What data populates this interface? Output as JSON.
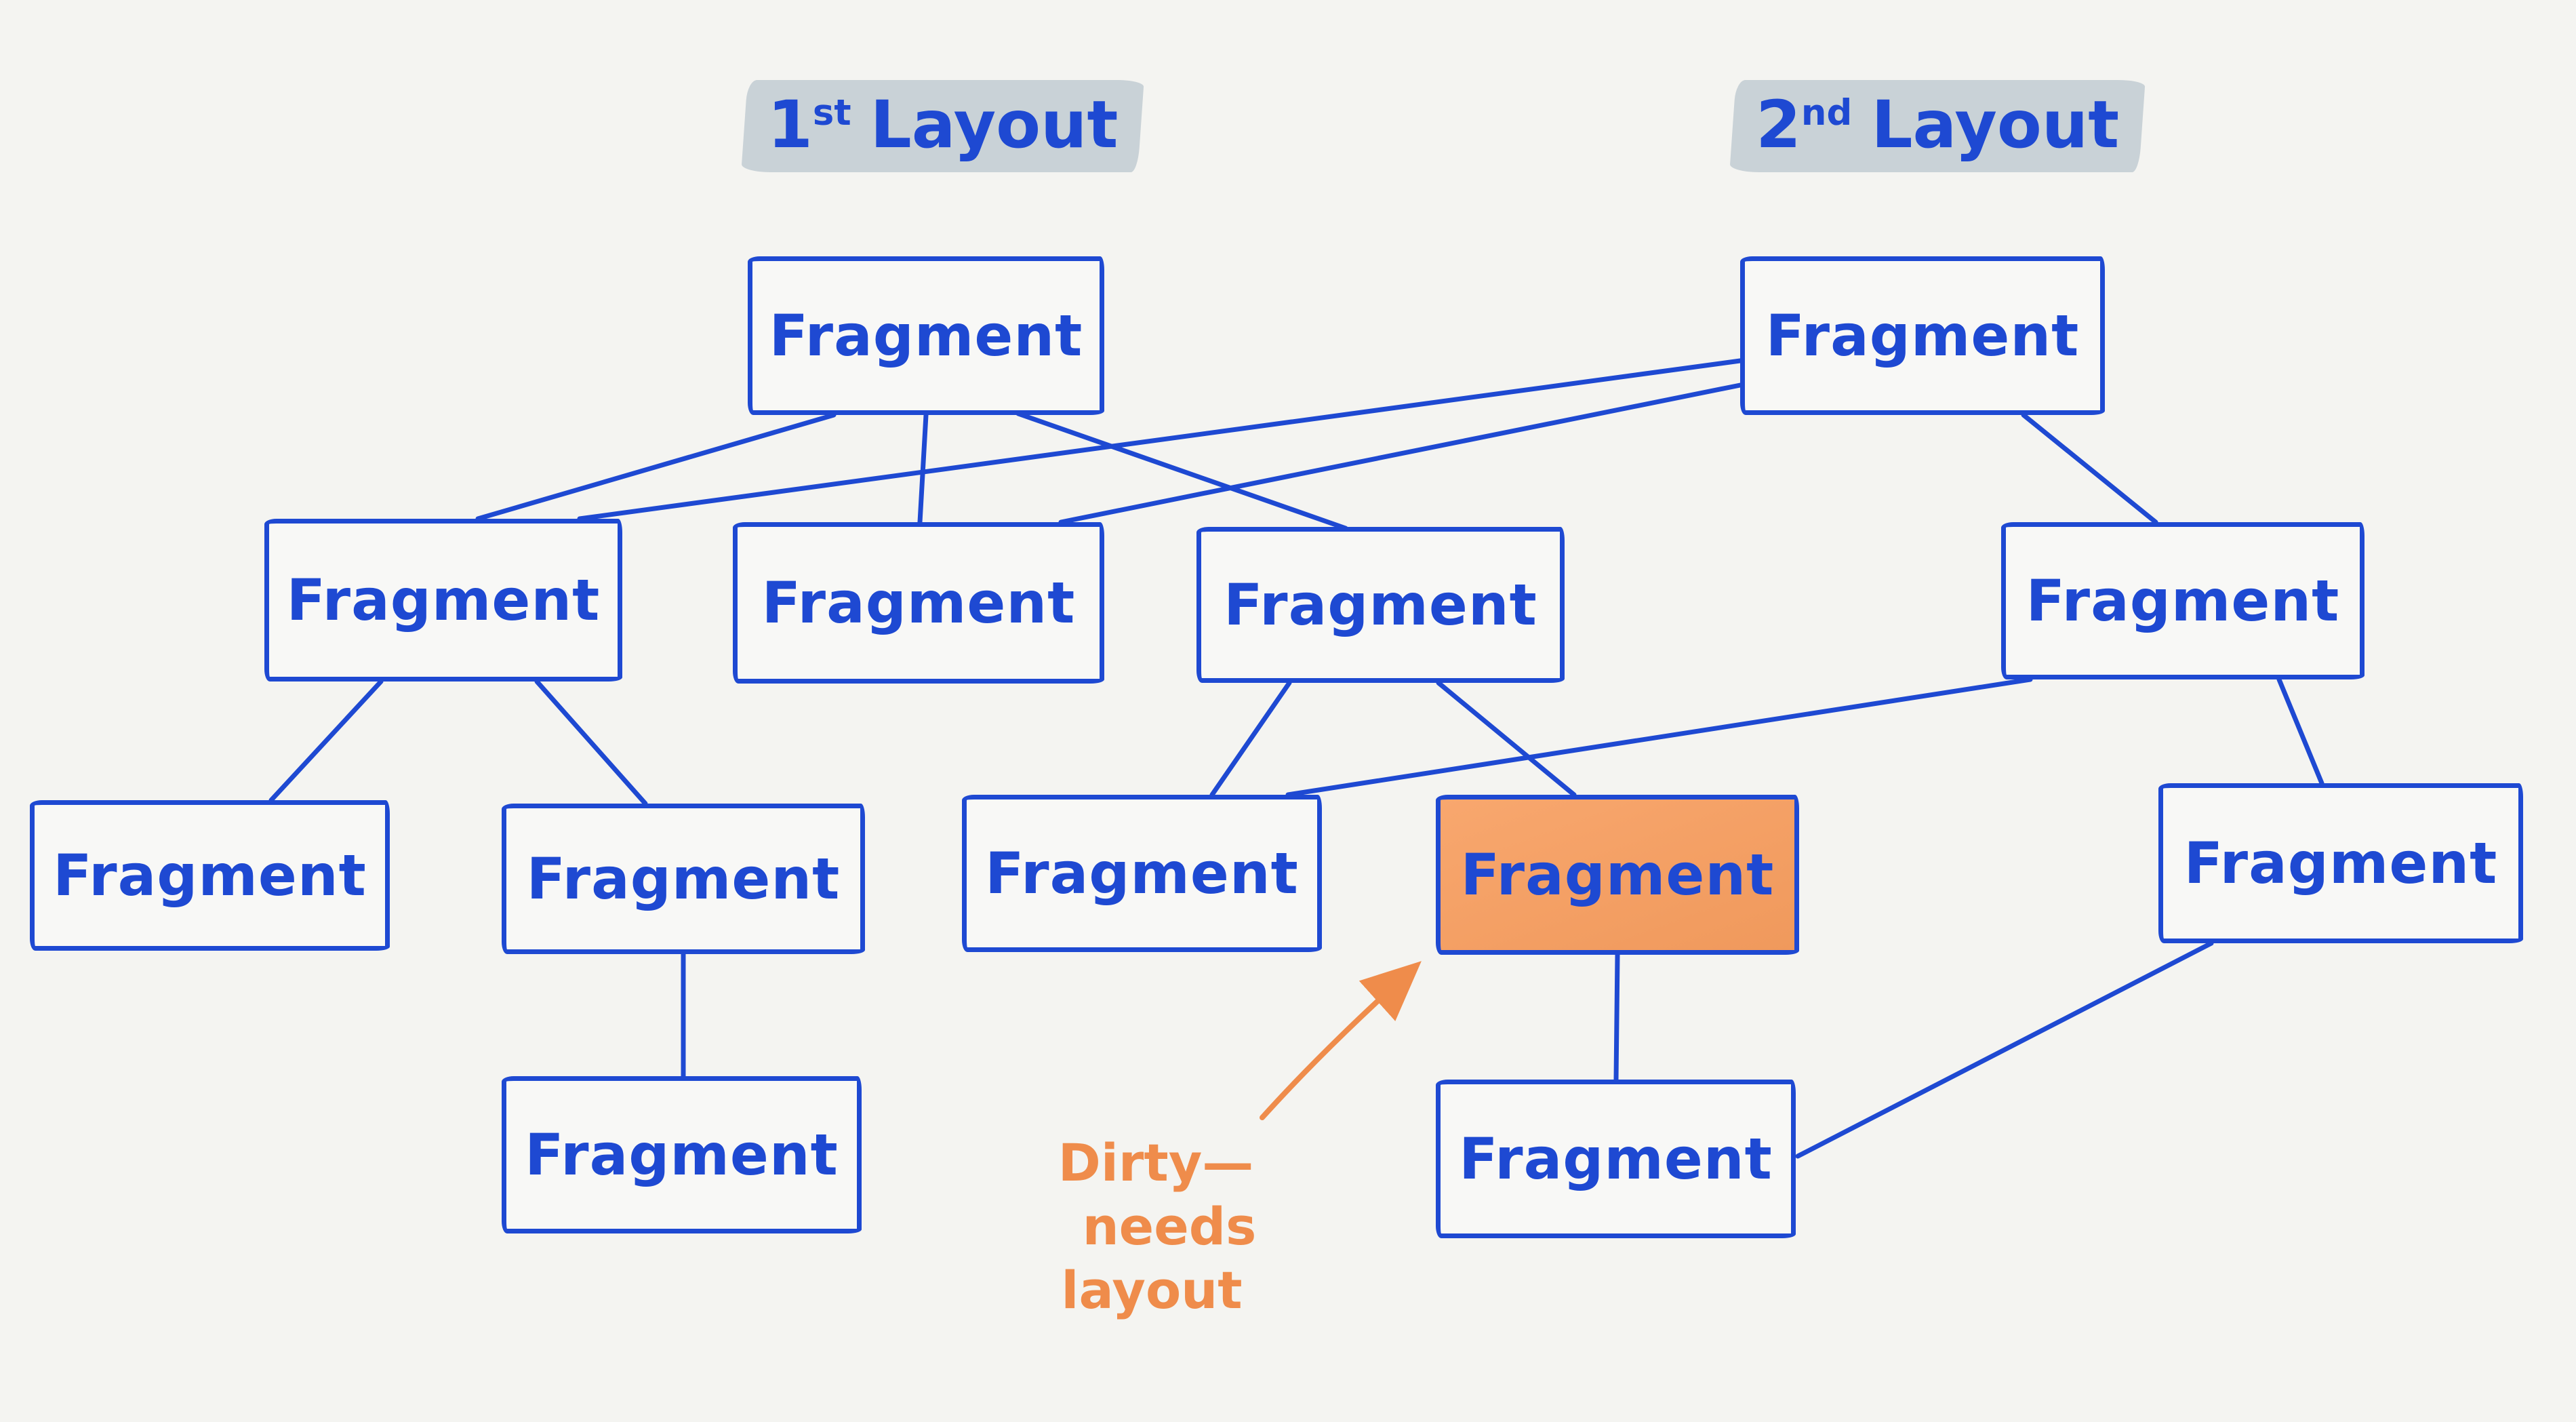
{
  "titles": {
    "first": {
      "num": "1",
      "sup": "st",
      "word": "Layout"
    },
    "second": {
      "num": "2",
      "sup": "nd",
      "word": "Layout"
    }
  },
  "nodes": [
    {
      "id": "layout1-root",
      "label": "Fragment",
      "tree": "1st layout",
      "state": "normal"
    },
    {
      "id": "layout2-root",
      "label": "Fragment",
      "tree": "2nd layout",
      "state": "normal"
    },
    {
      "id": "layout1-child-a",
      "label": "Fragment",
      "tree": "1st layout",
      "state": "normal"
    },
    {
      "id": "layout1-child-b",
      "label": "Fragment",
      "tree": "1st layout",
      "state": "normal"
    },
    {
      "id": "layout1-child-c",
      "label": "Fragment",
      "tree": "1st layout",
      "state": "normal"
    },
    {
      "id": "layout2-child",
      "label": "Fragment",
      "tree": "2nd layout",
      "state": "normal"
    },
    {
      "id": "layout1-grand-a1",
      "label": "Fragment",
      "tree": "1st layout",
      "state": "normal"
    },
    {
      "id": "layout1-grand-a2",
      "label": "Fragment",
      "tree": "1st layout",
      "state": "normal"
    },
    {
      "id": "layout1-grand-c1",
      "label": "Fragment",
      "tree": "1st layout",
      "state": "normal"
    },
    {
      "id": "layout1-grand-c2",
      "label": "Fragment",
      "tree": "1st layout",
      "state": "dirty-needs-layout"
    },
    {
      "id": "layout2-grand",
      "label": "Fragment",
      "tree": "2nd layout",
      "state": "normal"
    },
    {
      "id": "layout1-leaf-a2",
      "label": "Fragment",
      "tree": "1st layout",
      "state": "normal"
    },
    {
      "id": "layout1-leaf-c2",
      "label": "Fragment",
      "tree": "1st layout",
      "state": "normal"
    }
  ],
  "edges": [
    {
      "from": "layout1-root",
      "to": "layout1-child-a"
    },
    {
      "from": "layout1-root",
      "to": "layout1-child-b"
    },
    {
      "from": "layout1-root",
      "to": "layout1-child-c"
    },
    {
      "from": "layout2-root",
      "to": "layout1-child-a"
    },
    {
      "from": "layout2-root",
      "to": "layout1-child-b"
    },
    {
      "from": "layout2-root",
      "to": "layout2-child"
    },
    {
      "from": "layout1-child-a",
      "to": "layout1-grand-a1"
    },
    {
      "from": "layout1-child-a",
      "to": "layout1-grand-a2"
    },
    {
      "from": "layout1-child-c",
      "to": "layout1-grand-c1"
    },
    {
      "from": "layout1-child-c",
      "to": "layout1-grand-c2"
    },
    {
      "from": "layout2-child",
      "to": "layout1-grand-c1"
    },
    {
      "from": "layout2-child",
      "to": "layout2-grand"
    },
    {
      "from": "layout1-grand-a2",
      "to": "layout1-leaf-a2"
    },
    {
      "from": "layout1-grand-c2",
      "to": "layout1-leaf-c2"
    },
    {
      "from": "layout2-grand",
      "to": "layout1-leaf-c2"
    }
  ],
  "annotation": {
    "lines": [
      "Dirty—",
      "needs",
      "layout"
    ]
  },
  "colors": {
    "blue": "#1e49d2",
    "background": "#f4f4f1",
    "dirty_fill": "#f5a26c",
    "annotation_orange": "#ef8c4b",
    "title_highlight": "#c9d3da"
  }
}
